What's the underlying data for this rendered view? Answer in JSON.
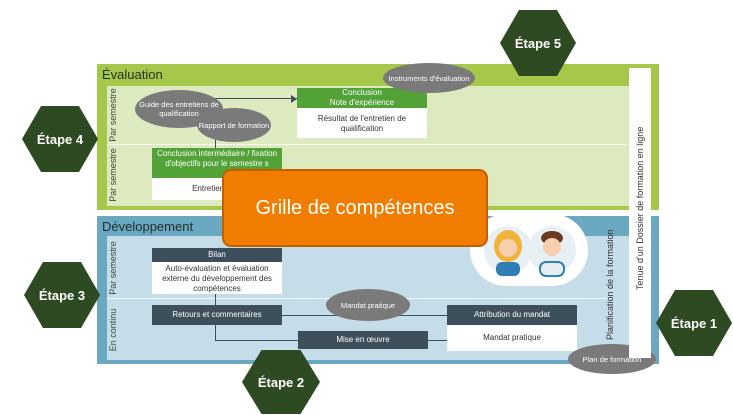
{
  "evaluation": {
    "title": "Évaluation",
    "row1_label": "Par semestre",
    "row2_label": "Par semestre",
    "conclusion_box": {
      "title": "Conclusion",
      "subtitle": "Note d'expérience",
      "body": "Résultat de l'entretien de qualification"
    },
    "intermediate_box": {
      "title": "Conclusion intermédiaire / fixation d'objectifs pour le semestre s",
      "body": "Entretien de q"
    },
    "ovals": {
      "guide": "Guide des entretiens de qualification",
      "rapport": "Rapport de formation",
      "instruments": "Instruments d'évaluation"
    }
  },
  "development": {
    "title": "Développement",
    "row1_label": "Par semestre",
    "row2_label": "En continu",
    "bilan_box": {
      "title": "Bilan",
      "body": "Auto-évaluation et évaluation externe du développement des compétences"
    },
    "retours_box": "Retours et commentaires",
    "mise_box": "Mise en œuvre",
    "attribution_box": {
      "title": "Attribution du mandat",
      "body": "Mandat pratique"
    },
    "ovals": {
      "mandat": "Mandat pratique",
      "plan": "Plan de formation"
    },
    "planification_label": "Planification de la formation"
  },
  "dossier_label": "Tenue d'un Dossier de formation en ligne",
  "overlay": "Grille de compétences",
  "stages": {
    "etape1": "Étape 1",
    "etape2": "Étape 2",
    "etape3": "Étape 3",
    "etape4": "Étape 4",
    "etape5": "Étape 5"
  },
  "colors": {
    "eval_green": "#a5c84b",
    "dev_blue": "#6aa7c0",
    "box_green": "#52a238",
    "box_dark": "#3d4f5b",
    "overlay_orange": "#f07d00",
    "hex_green": "#2d4a22"
  }
}
